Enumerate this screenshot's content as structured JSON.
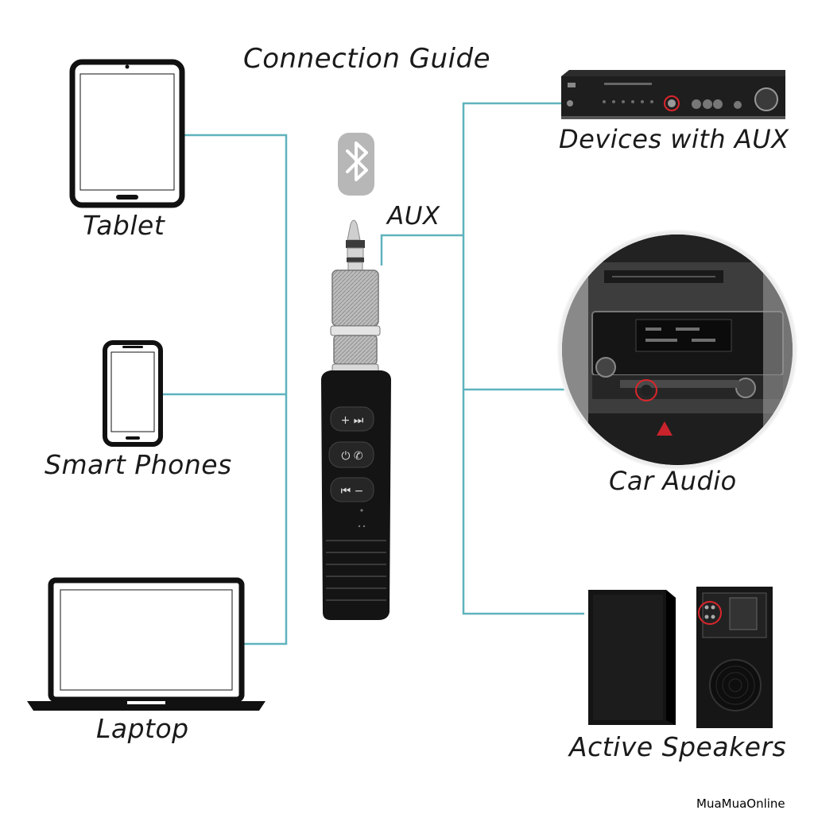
{
  "title": "Connection Guide",
  "left_devices": [
    {
      "label": "Tablet",
      "icon": "tablet-icon"
    },
    {
      "label": "Smart Phones",
      "icon": "smartphone-icon"
    },
    {
      "label": "Laptop",
      "icon": "laptop-icon"
    }
  ],
  "connector_label": "AUX",
  "right_devices": [
    {
      "label": "Devices with AUX",
      "icon": "amplifier-icon"
    },
    {
      "label": "Car Audio",
      "icon": "car-dashboard-icon"
    },
    {
      "label": "Active Speakers",
      "icon": "speakers-icon"
    }
  ],
  "watermark": "MuaMuaOnline",
  "receiver_buttons": [
    "+ ⏭",
    "⏻ ✆",
    "⏮ −"
  ],
  "colors": {
    "connector_line": "#5fb3bd",
    "device_outline": "#111111",
    "bluetooth_badge": "#b7b7b7",
    "receiver_body": "#141414",
    "highlight_ring": "#d9262c"
  }
}
